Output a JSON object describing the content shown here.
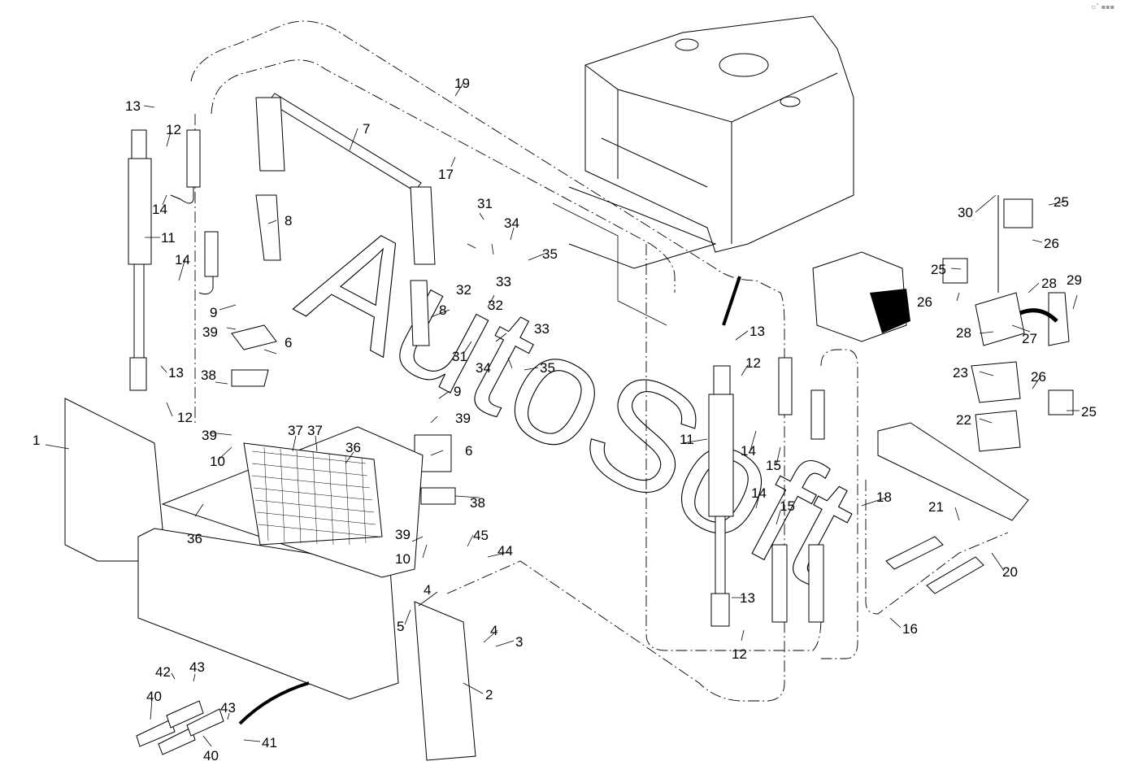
{
  "diagram": {
    "type": "exploded-parts-diagram",
    "watermark": "AutoSoft",
    "corner_mark": "▫˚ ▪▪▪",
    "callouts": [
      {
        "id": "c1",
        "label": "1"
      },
      {
        "id": "c2",
        "label": "2"
      },
      {
        "id": "c3",
        "label": "3"
      },
      {
        "id": "c4a",
        "label": "4"
      },
      {
        "id": "c4b",
        "label": "4"
      },
      {
        "id": "c5",
        "label": "5"
      },
      {
        "id": "c6a",
        "label": "6"
      },
      {
        "id": "c6b",
        "label": "6"
      },
      {
        "id": "c7",
        "label": "7"
      },
      {
        "id": "c8a",
        "label": "8"
      },
      {
        "id": "c8b",
        "label": "8"
      },
      {
        "id": "c9a",
        "label": "9"
      },
      {
        "id": "c9b",
        "label": "9"
      },
      {
        "id": "c10a",
        "label": "10"
      },
      {
        "id": "c10b",
        "label": "10"
      },
      {
        "id": "c11a",
        "label": "11"
      },
      {
        "id": "c11b",
        "label": "11"
      },
      {
        "id": "c12a",
        "label": "12"
      },
      {
        "id": "c12b",
        "label": "12"
      },
      {
        "id": "c12c",
        "label": "12"
      },
      {
        "id": "c12d",
        "label": "12"
      },
      {
        "id": "c13a",
        "label": "13"
      },
      {
        "id": "c13b",
        "label": "13"
      },
      {
        "id": "c13c",
        "label": "13"
      },
      {
        "id": "c13d",
        "label": "13"
      },
      {
        "id": "c14a",
        "label": "14"
      },
      {
        "id": "c14b",
        "label": "14"
      },
      {
        "id": "c14c",
        "label": "14"
      },
      {
        "id": "c14d",
        "label": "14"
      },
      {
        "id": "c15a",
        "label": "15"
      },
      {
        "id": "c15b",
        "label": "15"
      },
      {
        "id": "c16",
        "label": "16"
      },
      {
        "id": "c17",
        "label": "17"
      },
      {
        "id": "c18",
        "label": "18"
      },
      {
        "id": "c19",
        "label": "19"
      },
      {
        "id": "c20",
        "label": "20"
      },
      {
        "id": "c21",
        "label": "21"
      },
      {
        "id": "c22",
        "label": "22"
      },
      {
        "id": "c23",
        "label": "23"
      },
      {
        "id": "c25a",
        "label": "25"
      },
      {
        "id": "c25b",
        "label": "25"
      },
      {
        "id": "c25c",
        "label": "25"
      },
      {
        "id": "c26a",
        "label": "26"
      },
      {
        "id": "c26b",
        "label": "26"
      },
      {
        "id": "c26c",
        "label": "26"
      },
      {
        "id": "c27",
        "label": "27"
      },
      {
        "id": "c28a",
        "label": "28"
      },
      {
        "id": "c28b",
        "label": "28"
      },
      {
        "id": "c29",
        "label": "29"
      },
      {
        "id": "c30",
        "label": "30"
      },
      {
        "id": "c31a",
        "label": "31"
      },
      {
        "id": "c31b",
        "label": "31"
      },
      {
        "id": "c32a",
        "label": "32"
      },
      {
        "id": "c32b",
        "label": "32"
      },
      {
        "id": "c33a",
        "label": "33"
      },
      {
        "id": "c33b",
        "label": "33"
      },
      {
        "id": "c34a",
        "label": "34"
      },
      {
        "id": "c34b",
        "label": "34"
      },
      {
        "id": "c35a",
        "label": "35"
      },
      {
        "id": "c35b",
        "label": "35"
      },
      {
        "id": "c36a",
        "label": "36"
      },
      {
        "id": "c36b",
        "label": "36"
      },
      {
        "id": "c37a",
        "label": "37"
      },
      {
        "id": "c37b",
        "label": "37"
      },
      {
        "id": "c38a",
        "label": "38"
      },
      {
        "id": "c38b",
        "label": "38"
      },
      {
        "id": "c39a",
        "label": "39"
      },
      {
        "id": "c39b",
        "label": "39"
      },
      {
        "id": "c39c",
        "label": "39"
      },
      {
        "id": "c39d",
        "label": "39"
      },
      {
        "id": "c40a",
        "label": "40"
      },
      {
        "id": "c40b",
        "label": "40"
      },
      {
        "id": "c41",
        "label": "41"
      },
      {
        "id": "c42",
        "label": "42"
      },
      {
        "id": "c43a",
        "label": "43"
      },
      {
        "id": "c43b",
        "label": "43"
      },
      {
        "id": "c44",
        "label": "44"
      },
      {
        "id": "c45",
        "label": "45"
      }
    ]
  }
}
